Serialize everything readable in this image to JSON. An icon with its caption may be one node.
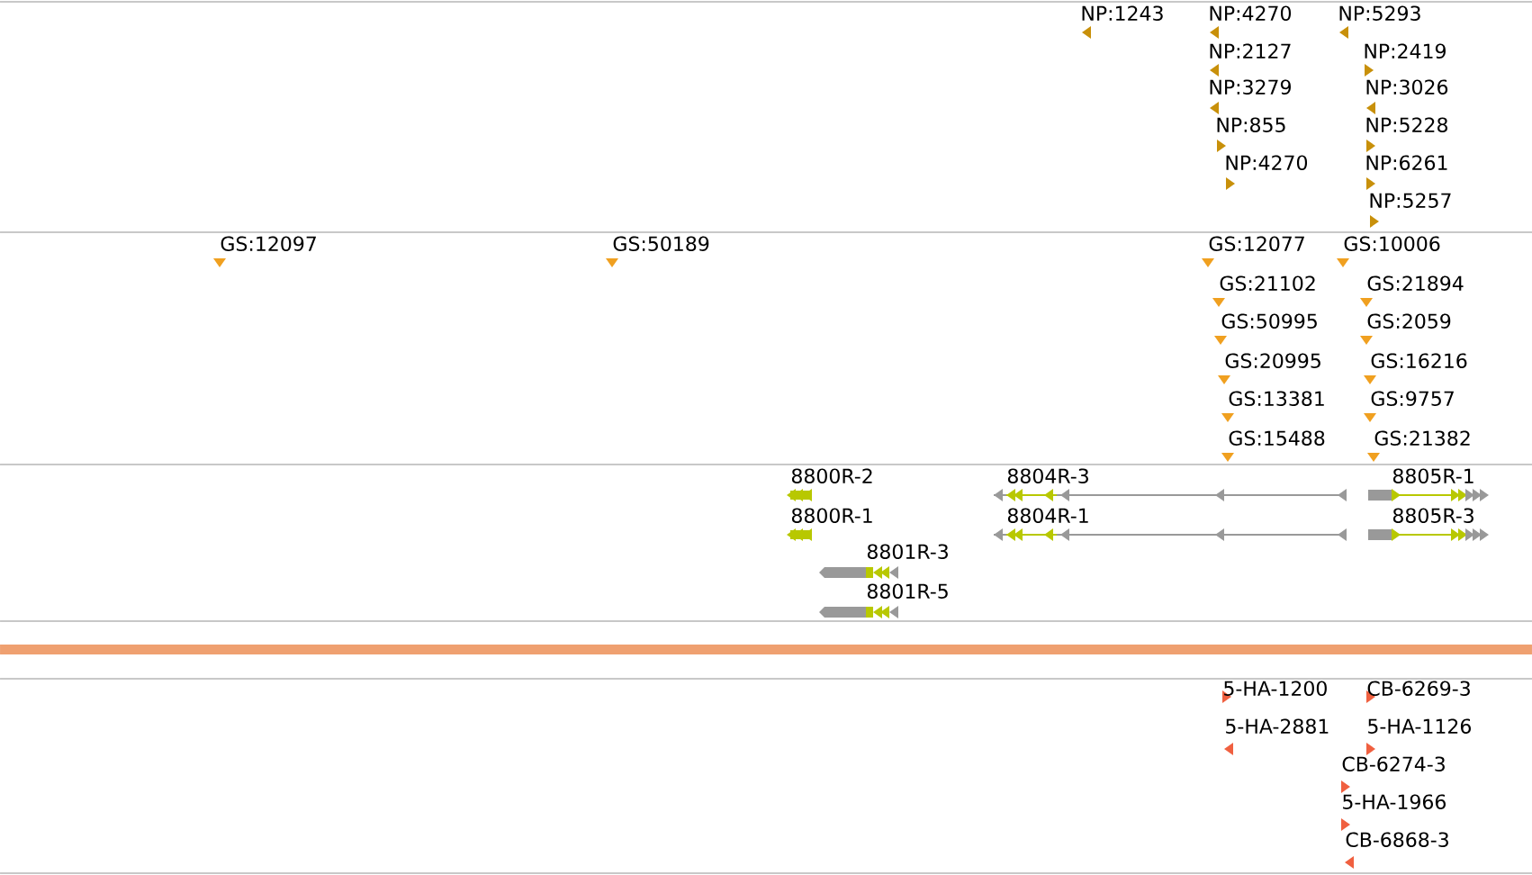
{
  "diagram": {
    "labels": [
      "NP:1243",
      "NP:4270",
      "NP:5293",
      "NP:2127",
      "NP:2419",
      "NP:3279",
      "NP:3026",
      "NP:855",
      "NP:5228",
      "NP:4270",
      "NP:6261",
      "NP:5257",
      "GS:12097",
      "GS:50189",
      "GS:12077",
      "GS:10006",
      "GS:21102",
      "GS:21894",
      "GS:50995",
      "GS:2059",
      "GS:20995",
      "GS:16216",
      "GS:13381",
      "GS:9757",
      "GS:15488",
      "GS:21382",
      "8800R-2",
      "8804R-3",
      "8805R-1",
      "8800R-1",
      "8804R-1",
      "8805R-3",
      "8801R-3",
      "8801R-5",
      "5-HA-1200",
      "CB-6269-3",
      "5-HA-2881",
      "5-HA-1126",
      "CB-6274-3",
      "5-HA-1966",
      "CB-6868-3"
    ]
  }
}
